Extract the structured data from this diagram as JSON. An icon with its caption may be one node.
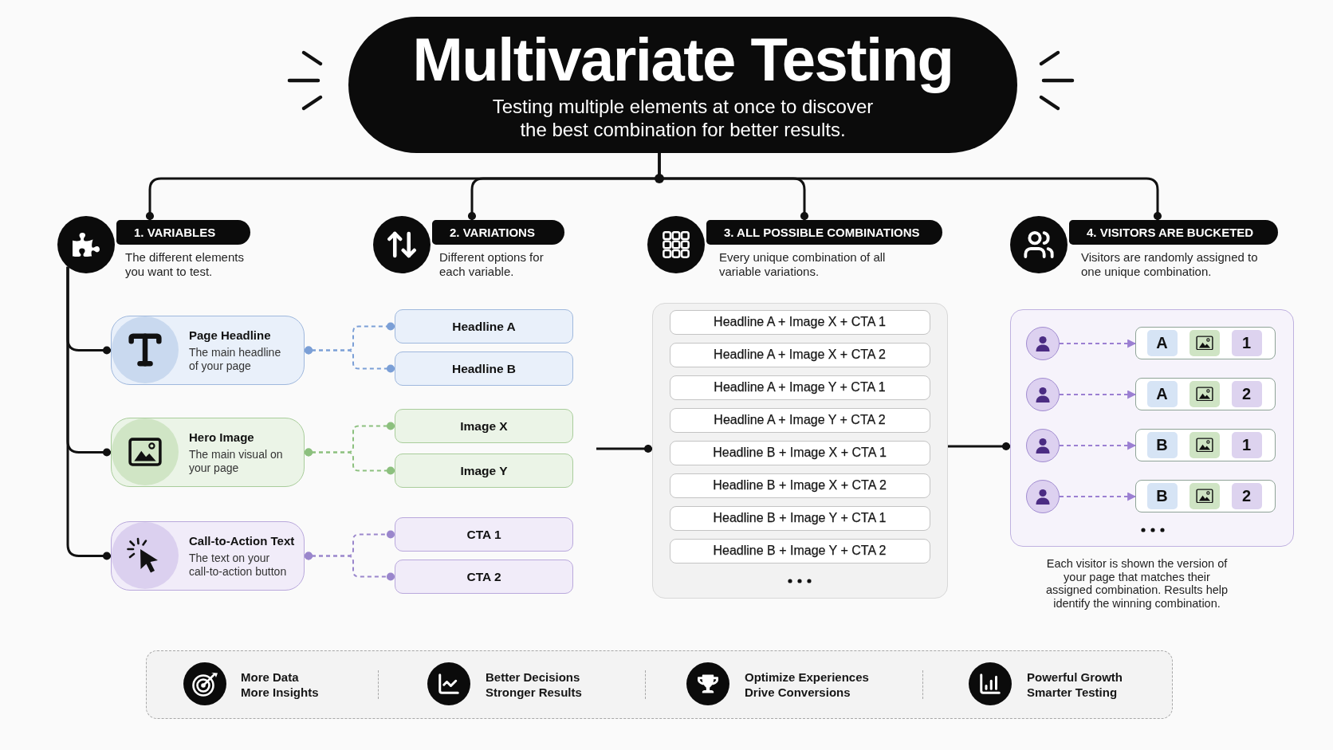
{
  "diagram": {
    "nodes": [
      {
        "text": [
          "Multivariate Testing",
          "Testing multiple elements at once to discover the best combination for better results."
        ]
      },
      {
        "text": [],
        "shape": "circle"
      },
      {
        "text": [
          "1. VARIABLES"
        ],
        "beside": [
          "The different elements you want to test."
        ]
      },
      {
        "text": [
          "2. VARIATIONS"
        ],
        "beside": [
          "Different options for each variable."
        ]
      },
      {
        "text": [
          "3. ALL POSSIBLE COMBINATIONS"
        ],
        "beside": [
          "Every unique combination of all variable variations."
        ]
      },
      {
        "text": [
          "4. VISITORS ARE BUCKETED"
        ],
        "beside": [
          "Visitors are randomly assigned to one unique combination."
        ]
      },
      {
        "text": [
          "Page Headline",
          "The main headline of your page"
        ]
      },
      {
        "text": [
          "Headline A"
        ]
      },
      {
        "text": [
          "Headline B"
        ]
      },
      {
        "text": [
          "Hero Image",
          "The main visual on your page"
        ]
      },
      {
        "text": [
          "Image X"
        ]
      },
      {
        "text": [
          "Image Y"
        ]
      },
      {
        "text": [
          "Call-to-Action Text",
          "The text on your call-to-action button"
        ]
      },
      {
        "text": [
          "CTA 1"
        ]
      },
      {
        "text": [
          "CTA 2"
        ]
      },
      {
        "text": [],
        "shape": "box"
      },
      {
        "text": [
          "Headline A + Image X + CTA 1"
        ],
        "in": 15
      },
      {
        "text": [
          "Headline A + Image X + CTA 2"
        ],
        "in": 15
      },
      {
        "text": [
          "Headline A + Image Y + CTA 1"
        ],
        "in": 15
      },
      {
        "text": [
          "Headline A + Image Y + CTA 2"
        ],
        "in": 15
      },
      {
        "text": [
          "Headline B + Image X + CTA 1"
        ],
        "in": 15
      },
      {
        "text": [
          "Headline B + Image X + CTA 2"
        ],
        "in": 15
      },
      {
        "text": [
          "Headline B + Image Y + CTA 1"
        ],
        "in": 15
      },
      {
        "text": [
          "Headline B + Image Y + CTA 2"
        ],
        "in": 15
      },
      {
        "text": [],
        "shape": "box",
        "beside": [
          "Each visitor is shown the version of your page that matches their assigned combination. Results help identify the winning combination."
        ]
      },
      {
        "text": [],
        "shape": "person",
        "in": 24
      },
      {
        "text": [
          "A",
          "1"
        ],
        "in": 24
      },
      {
        "text": [],
        "shape": "person",
        "in": 24
      },
      {
        "text": [
          "A",
          "2"
        ],
        "in": 24
      },
      {
        "text": [],
        "shape": "person",
        "in": 24
      },
      {
        "text": [
          "B",
          "1"
        ],
        "in": 24
      },
      {
        "text": [],
        "shape": "person",
        "in": 24
      },
      {
        "text": [
          "B",
          "2"
        ],
        "in": 24
      },
      {
        "text": [
          "More Data",
          "More Insights",
          "Better Decisions",
          "Stronger Results",
          "Optimize Experiences",
          "Drive Conversions",
          "Powerful Growth",
          "Smarter Testing"
        ]
      }
    ],
    "edges": [
      {
        "from": 0,
        "to": 2,
        "arrow": "other"
      },
      {
        "from": 0,
        "to": 3,
        "arrow": "other"
      },
      {
        "from": 0,
        "to": 4,
        "arrow": "other"
      },
      {
        "from": 0,
        "to": 5,
        "arrow": "other"
      },
      {
        "from": 1,
        "to": 6,
        "arrow": "other"
      },
      {
        "from": 1,
        "to": 9,
        "arrow": "other"
      },
      {
        "from": 1,
        "to": 12,
        "arrow": "other"
      },
      {
        "from": 6,
        "to": 7,
        "arrow": "other",
        "style": "dashed",
        "color": "#7b9fd6"
      },
      {
        "from": 6,
        "to": 8,
        "arrow": "other",
        "style": "dashed",
        "color": "#7b9fd6"
      },
      {
        "from": 9,
        "to": 10,
        "arrow": "other",
        "style": "dashed",
        "color": "#8cc07e"
      },
      {
        "from": 9,
        "to": 11,
        "arrow": "other",
        "style": "dashed",
        "color": "#8cc07e"
      },
      {
        "from": 12,
        "to": 13,
        "arrow": "other",
        "style": "dashed",
        "color": "#9a86cc"
      },
      {
        "from": 12,
        "to": 14,
        "arrow": "other",
        "style": "dashed",
        "color": "#9a86cc"
      },
      {
        "from": null,
        "to": 15,
        "arrow": "other"
      },
      {
        "from": 15,
        "to": 24,
        "arrow": "other"
      },
      {
        "from": 25,
        "to": 26,
        "arrow": "to",
        "style": "dashed",
        "color": "#9b7fd2"
      },
      {
        "from": 27,
        "to": 28,
        "arrow": "to",
        "style": "dashed",
        "color": "#9b7fd2"
      },
      {
        "from": 29,
        "to": 30,
        "arrow": "to",
        "style": "dashed",
        "color": "#9b7fd2"
      },
      {
        "from": 31,
        "to": 32,
        "arrow": "to",
        "style": "dashed",
        "color": "#9b7fd2"
      }
    ]
  }
}
